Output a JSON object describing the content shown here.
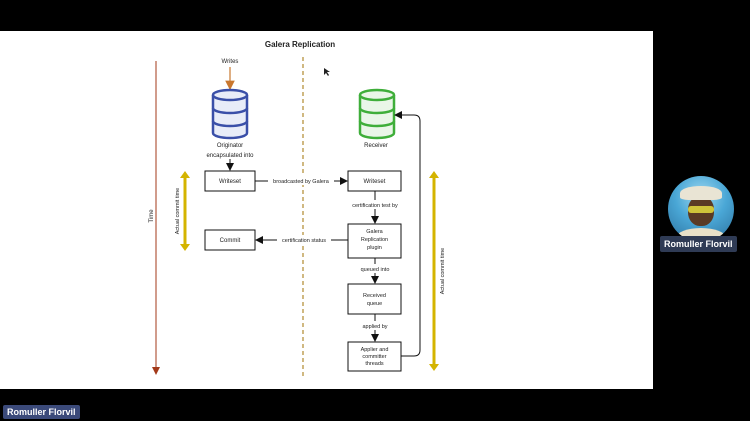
{
  "diagram": {
    "title": "Galera Replication",
    "writes_label": "Writes",
    "time_label": "Time",
    "originator_label": "Originator",
    "encapsulated_label": "encapsulated into",
    "receiver_label": "Receiver",
    "writeset_left": "Writeset",
    "writeset_right": "Writeset",
    "broadcast_label": "broadcasted by Galera",
    "certification_test_label": "certification test by",
    "commit_label": "Commit",
    "certification_status_label": "certification status",
    "plugin_line1": "Galera",
    "plugin_line2": "Replication",
    "plugin_line3": "plugin",
    "queued_label": "queued into",
    "queue_line1": "Received",
    "queue_line2": "queue",
    "applied_label": "applied by",
    "applier_line1": "Applier and",
    "applier_line2": "committer",
    "applier_line3": "threads",
    "actual_commit_left": "Actual commit time",
    "actual_commit_right": "Actual commit time",
    "colors": {
      "originator_db": "#3a4fa8",
      "receiver_db": "#3fae3a",
      "writes_arrow": "#c9772e",
      "commit_time_bar": "#d4b400",
      "divider": "#b08a2e"
    }
  },
  "participant": {
    "name": "Romuller Florvil"
  },
  "self_view": {
    "name": "Romuller Florvil"
  }
}
